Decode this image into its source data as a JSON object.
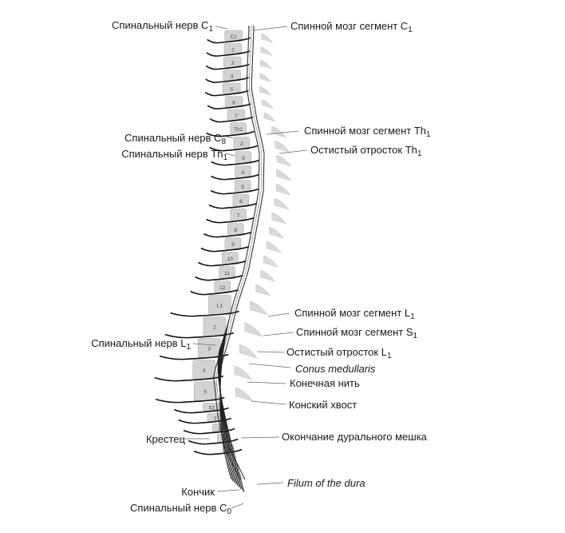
{
  "labels_left": [
    {
      "id": "nerve-c1",
      "text": "Спинальный нерв С",
      "sub": "1"
    },
    {
      "id": "nerve-c8",
      "text": "Спинальный нерв С",
      "sub": "8"
    },
    {
      "id": "nerve-th1",
      "text": "Спинальный нерв Th",
      "sub": "1"
    },
    {
      "id": "nerve-l1",
      "text": "Спинальный нерв L",
      "sub": "1"
    },
    {
      "id": "sacrum",
      "text": "Крестец",
      "sub": ""
    },
    {
      "id": "coccyx",
      "text": "Кончик",
      "sub": ""
    },
    {
      "id": "nerve-c0",
      "text": "Спинальный нерв С",
      "sub": "0"
    }
  ],
  "labels_right": [
    {
      "id": "segment-c1",
      "text": "Спинной мозг сегмент С",
      "sub": "1",
      "italic": false
    },
    {
      "id": "segment-th1",
      "text": "Спинной мозг сегмент Th",
      "sub": "1",
      "italic": false
    },
    {
      "id": "spinous-th1",
      "text": "Остистый  отросток Th",
      "sub": "1",
      "italic": false
    },
    {
      "id": "segment-l1",
      "text": "Спинной мозг сегмент L",
      "sub": "1",
      "italic": false
    },
    {
      "id": "segment-s1",
      "text": "Спинной мозг сегмент S",
      "sub": "1",
      "italic": false
    },
    {
      "id": "spinous-l1",
      "text": "Остистый отросток L",
      "sub": "1",
      "italic": false
    },
    {
      "id": "conus",
      "text": "Conus medullaris",
      "sub": "",
      "italic": true
    },
    {
      "id": "filum-terminale",
      "text": "Конечная нить",
      "sub": "",
      "italic": false
    },
    {
      "id": "cauda-equina",
      "text": "Конский хвост",
      "sub": "",
      "italic": false
    },
    {
      "id": "dural-end",
      "text": "Окончание дурального мешка",
      "sub": "",
      "italic": false
    },
    {
      "id": "filum-dura",
      "text": "Filum of the dura",
      "sub": "",
      "italic": true
    }
  ],
  "vertebra_labels": [
    "C1",
    "2",
    "3",
    "4",
    "5",
    "6",
    "7",
    "Th1",
    "2",
    "3",
    "4",
    "5",
    "6",
    "7",
    "8",
    "9",
    "10",
    "11",
    "12",
    "L1",
    "2",
    "3",
    "4",
    "5",
    "S1",
    "2",
    "3",
    "4",
    "5"
  ]
}
